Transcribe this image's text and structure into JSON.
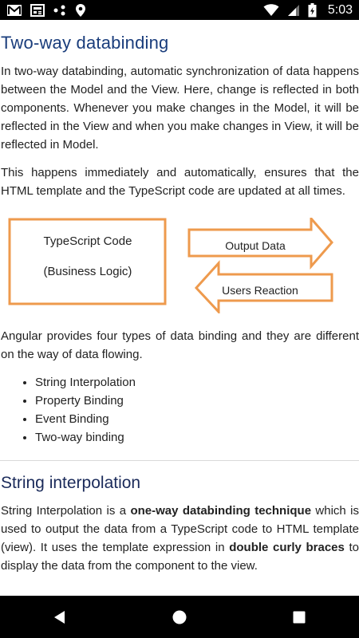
{
  "status_bar": {
    "time": "5:03",
    "icons": [
      "gmail-icon",
      "news-icon",
      "hangouts-icon",
      "location-icon",
      "wifi-icon",
      "signal-icon",
      "battery-icon"
    ]
  },
  "article": {
    "title": "Two-way databinding",
    "para1": "In two-way databinding, automatic synchronization of data happens between the Model and the View. Here, change is reflected in both components. Whenever you make changes in the Model, it will be reflected in the View and when you make changes in View, it will be reflected in Model.",
    "para2": "This happens immediately and automatically, ensures that the HTML template and the TypeScript code are updated at all times.",
    "diagram": {
      "box_line1": "TypeScript Code",
      "box_line2": "(Business Logic)",
      "arrow_right": "Output Data",
      "arrow_left": "Users Reaction",
      "accent_color": "#ee9a4d"
    },
    "para3": "Angular provides four types of data binding and they are different on the way of data flowing.",
    "binding_types": [
      "String Interpolation",
      "Property Binding",
      "Event Binding",
      "Two-way binding"
    ],
    "subtitle": "String interpolation",
    "para4": {
      "part1": "String Interpolation is a ",
      "bold1": "one-way databinding technique",
      "part2": " which is used to output the data from a TypeScript code to HTML template (view). It uses the template expression in ",
      "bold2": "double curly braces",
      "part3": " to display the data from the component to the view."
    }
  },
  "nav_bar": {
    "buttons": [
      "back-button",
      "home-button",
      "recents-button"
    ]
  }
}
